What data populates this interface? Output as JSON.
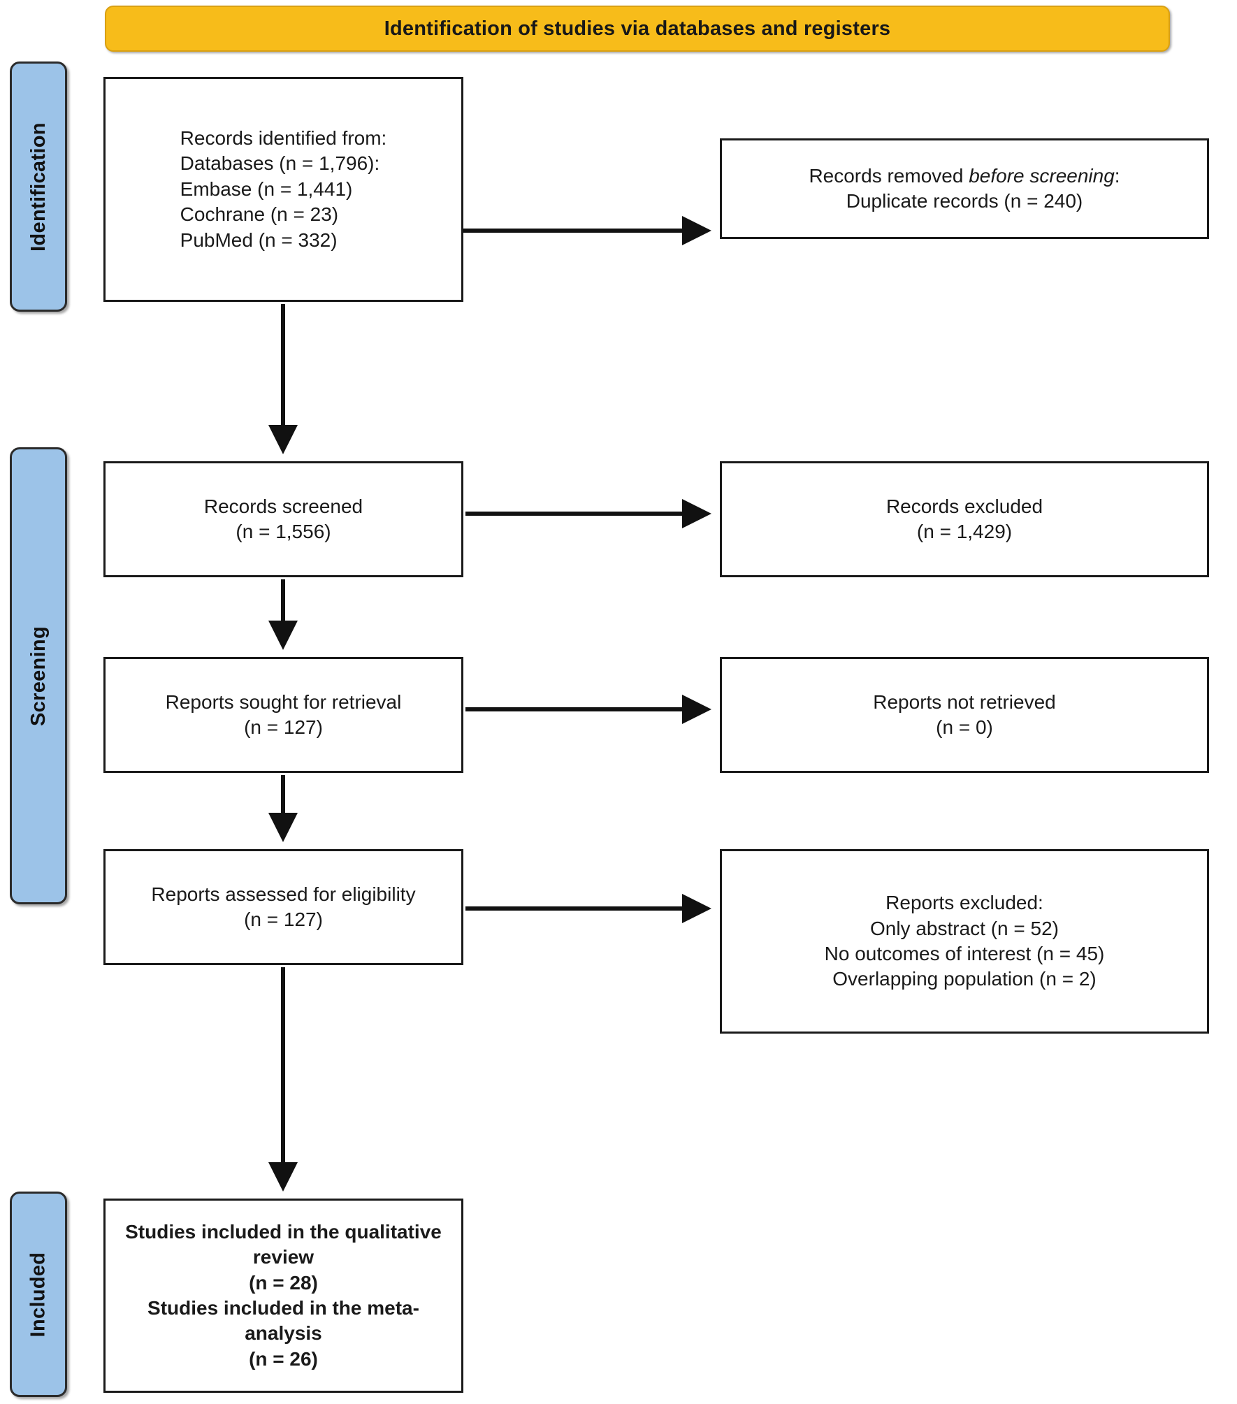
{
  "header": {
    "title": "Identification of studies via databases and registers"
  },
  "stages": [
    {
      "id": "identification",
      "label": "Identification"
    },
    {
      "id": "screening",
      "label": "Screening"
    },
    {
      "id": "included",
      "label": "Included"
    }
  ],
  "boxes": {
    "identified": {
      "text": "Records identified from:\nDatabases (n = 1,796):\nEmbase (n = 1,441)\nCochrane (n = 23)\nPubMed (n = 332)"
    },
    "removed": {
      "line1_prefix": "Records removed ",
      "line1_italic": "before screening",
      "line1_suffix": ":",
      "line2": "Duplicate records (n = 240)"
    },
    "screened": {
      "text": "Records screened\n(n = 1,556)"
    },
    "records_excluded": {
      "text": "Records excluded\n(n = 1,429)"
    },
    "sought": {
      "text": "Reports sought for retrieval\n(n = 127)"
    },
    "not_retrieved": {
      "text": "Reports not retrieved\n(n = 0)"
    },
    "assessed": {
      "text": "Reports assessed for eligibility\n(n = 127)"
    },
    "reports_excluded": {
      "text": "Reports excluded:\nOnly abstract (n = 52)\nNo outcomes of interest (n = 45)\nOverlapping population (n = 2)"
    },
    "included": {
      "text": "Studies included in the qualitative\nreview\n(n = 28)\nStudies included in the meta-\nanalysis\n(n = 26)"
    }
  },
  "chart_data": {
    "type": "diagram",
    "title": "Identification of studies via databases and registers",
    "nodes": [
      {
        "id": "identified",
        "stage": "Identification",
        "label": "Records identified from",
        "counts": {
          "Databases": 1796,
          "Embase": 1441,
          "Cochrane": 23,
          "PubMed": 332
        }
      },
      {
        "id": "removed",
        "stage": "Identification",
        "label": "Records removed before screening: Duplicate records",
        "counts": {
          "Duplicate records": 240
        }
      },
      {
        "id": "screened",
        "stage": "Screening",
        "label": "Records screened",
        "counts": {
          "n": 1556
        }
      },
      {
        "id": "records_excluded",
        "stage": "Screening",
        "label": "Records excluded",
        "counts": {
          "n": 1429
        }
      },
      {
        "id": "sought",
        "stage": "Screening",
        "label": "Reports sought for retrieval",
        "counts": {
          "n": 127
        }
      },
      {
        "id": "not_retrieved",
        "stage": "Screening",
        "label": "Reports not retrieved",
        "counts": {
          "n": 0
        }
      },
      {
        "id": "assessed",
        "stage": "Screening",
        "label": "Reports assessed for eligibility",
        "counts": {
          "n": 127
        }
      },
      {
        "id": "reports_excluded",
        "stage": "Screening",
        "label": "Reports excluded",
        "counts": {
          "Only abstract": 52,
          "No outcomes of interest": 45,
          "Overlapping population": 2
        }
      },
      {
        "id": "included",
        "stage": "Included",
        "label": "Studies included",
        "counts": {
          "qualitative review": 28,
          "meta-analysis": 26
        }
      }
    ],
    "edges": [
      {
        "from": "identified",
        "to": "removed"
      },
      {
        "from": "identified",
        "to": "screened"
      },
      {
        "from": "screened",
        "to": "records_excluded"
      },
      {
        "from": "screened",
        "to": "sought"
      },
      {
        "from": "sought",
        "to": "not_retrieved"
      },
      {
        "from": "sought",
        "to": "assessed"
      },
      {
        "from": "assessed",
        "to": "reports_excluded"
      },
      {
        "from": "assessed",
        "to": "included"
      }
    ],
    "colors": {
      "header_fill": "#F7BC1A",
      "stage_pill_fill": "#9CC3E8",
      "box_border": "#1A1A1A",
      "box_fill": "#FFFFFF",
      "text": "#1A1A1A"
    }
  }
}
